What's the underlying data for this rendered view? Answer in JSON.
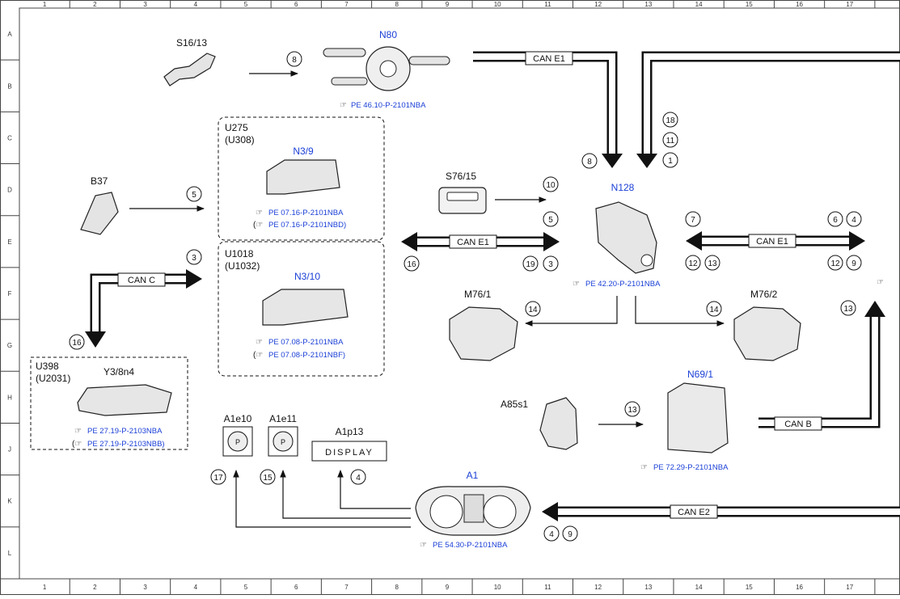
{
  "grid": {
    "columns": [
      "1",
      "2",
      "3",
      "4",
      "5",
      "6",
      "7",
      "8",
      "9",
      "10",
      "11",
      "12",
      "13",
      "14",
      "15",
      "16",
      "17"
    ],
    "rows": [
      "A",
      "B",
      "C",
      "D",
      "E",
      "F",
      "G",
      "H",
      "J",
      "K",
      "L"
    ]
  },
  "colors": {
    "accent": "#1a3fd6",
    "line": "#111111",
    "frame": "#444444"
  },
  "components": {
    "s16_13": "S16/13",
    "n80": "N80",
    "n80_ref": "PE 46.10-P-2101NBA",
    "u275": "U275",
    "u308": "(U308)",
    "n3_9": "N3/9",
    "n3_9_ref1": "PE 07.16-P-2101NBA",
    "n3_9_ref2": "PE 07.16-P-2101NBD)",
    "u1018": "U1018",
    "u1032": "(U1032)",
    "n3_10": "N3/10",
    "n3_10_ref1": "PE 07.08-P-2101NBA",
    "n3_10_ref2": "PE 07.08-P-2101NBF)",
    "b37": "B37",
    "u398": "U398",
    "u2031": "(U2031)",
    "y3_8n4": "Y3/8n4",
    "y3_ref1": "PE 27.19-P-2103NBA",
    "y3_ref2": "PE 27.19-P-2103NBB)",
    "s76_15": "S76/15",
    "n128": "N128",
    "n128_ref": "PE 42.20-P-2101NBA",
    "m76_1": "M76/1",
    "m76_2": "M76/2",
    "a85s1": "A85s1",
    "n69_1": "N69/1",
    "n69_ref": "PE 72.29-P-2101NBA",
    "a1e10": "A1e10",
    "a1e11": "A1e11",
    "a1p13": "A1p13",
    "display": "DISPLAY",
    "a1": "A1",
    "a1_ref": "PE 54.30-P-2101NBA",
    "lamp_p": "P"
  },
  "buses": {
    "can_e1": "CAN E1",
    "can_c": "CAN C",
    "can_b": "CAN B",
    "can_e2": "CAN E2"
  },
  "steps": {
    "s8_a": "8",
    "s5": "5",
    "s3_a": "3",
    "s16_a": "16",
    "s18": "18",
    "s11": "11",
    "s1": "1",
    "s8_b": "8",
    "s10": "10",
    "s5_b": "5",
    "s16_b": "16",
    "s19": "19",
    "s3_b": "3",
    "s7": "7",
    "s6": "6",
    "s4_a": "4",
    "s12_a": "12",
    "s13_a": "13",
    "s12_b": "12",
    "s9_a": "9",
    "s14_a": "14",
    "s14_b": "14",
    "s13_b": "13",
    "s13_c": "13",
    "s17": "17",
    "s15": "15",
    "s4_b": "4",
    "s4_c": "4",
    "s9_b": "9"
  }
}
